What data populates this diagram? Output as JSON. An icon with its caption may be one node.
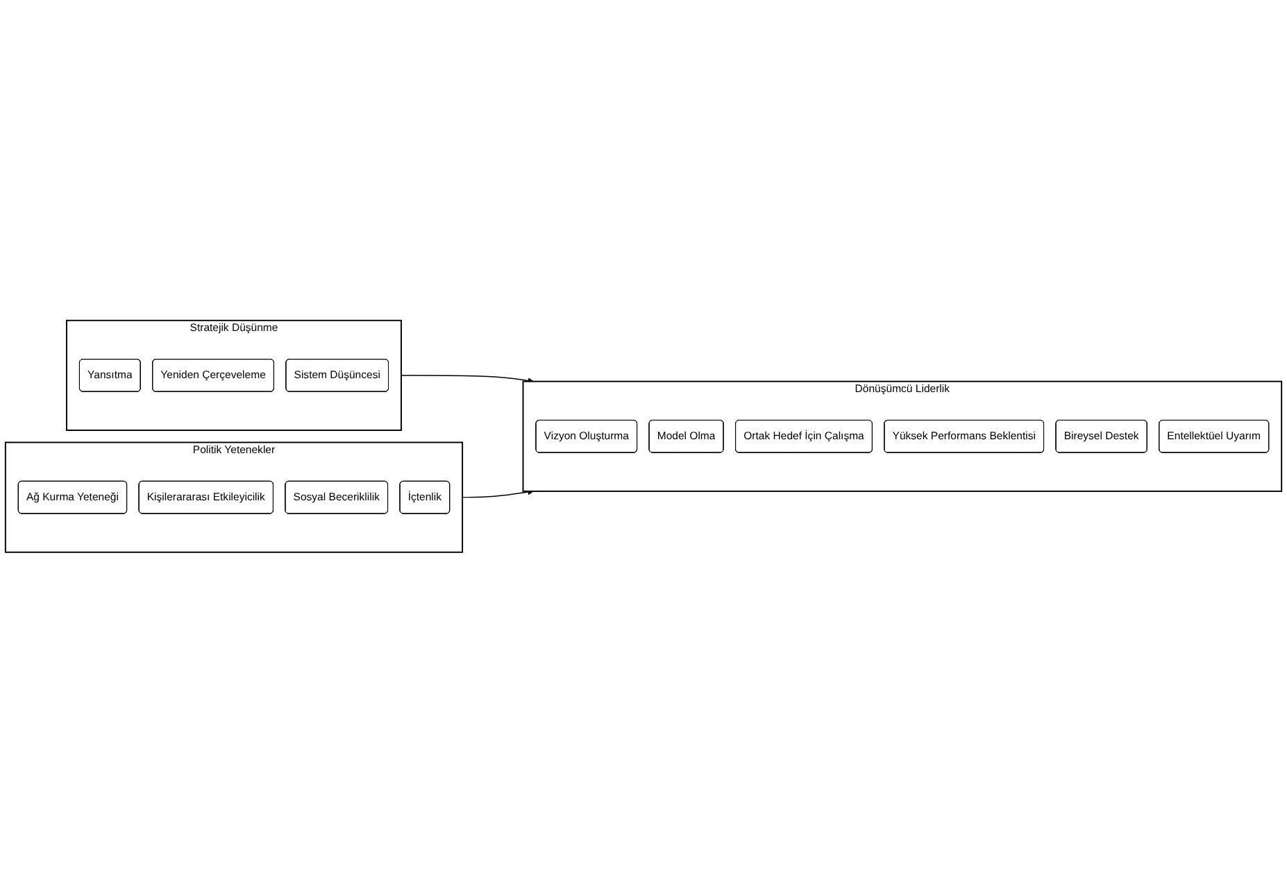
{
  "diagram": {
    "nodes": [
      {
        "text": [
          "Stratejik Düşünme"
        ]
      },
      {
        "text": [
          "Yansıtma"
        ],
        "in": 0
      },
      {
        "text": [
          "Yeniden Çerçeveleme"
        ],
        "in": 0
      },
      {
        "text": [
          "Sistem Düşüncesi"
        ],
        "in": 0
      },
      {
        "text": [
          "Politik Yetenekler"
        ]
      },
      {
        "text": [
          "Ağ Kurma Yeteneği"
        ],
        "in": 4
      },
      {
        "text": [
          "Kişilerararası Etkileyicilik"
        ],
        "in": 4
      },
      {
        "text": [
          "Sosyal Beceriklilik"
        ],
        "in": 4
      },
      {
        "text": [
          "İçtenlik"
        ],
        "in": 4
      },
      {
        "text": [
          "Dönüşümcü Liderlik"
        ]
      },
      {
        "text": [
          "Vizyon Oluşturma"
        ],
        "in": 9
      },
      {
        "text": [
          "Model Olma"
        ],
        "in": 9
      },
      {
        "text": [
          "Ortak Hedef İçin Çalışma"
        ],
        "in": 9
      },
      {
        "text": [
          "Yüksek Performans Beklentisi"
        ],
        "in": 9
      },
      {
        "text": [
          "Bireysel Destek"
        ],
        "in": 9
      },
      {
        "text": [
          "Entellektüel Uyarım"
        ],
        "in": 9
      }
    ],
    "edges": [
      {
        "from": 0,
        "to": 9,
        "arrow": "to"
      },
      {
        "from": 4,
        "to": 9,
        "arrow": "to"
      }
    ]
  }
}
